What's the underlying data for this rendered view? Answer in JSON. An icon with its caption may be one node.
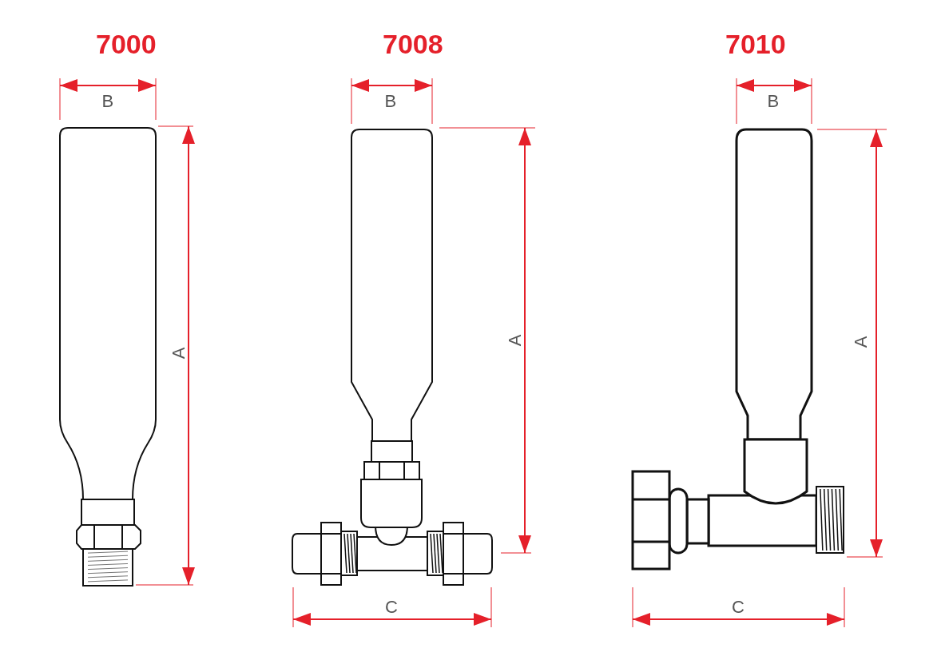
{
  "diagram": {
    "labels": [
      "7000",
      "7008",
      "7010",
      "B",
      "B",
      "B",
      "A",
      "A",
      "A",
      "C",
      "C"
    ]
  }
}
